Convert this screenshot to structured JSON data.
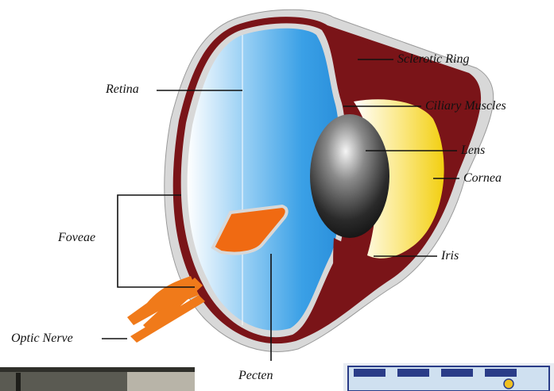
{
  "labels": {
    "sclerotic_ring": "Sclerotic Ring",
    "retina": "Retina",
    "ciliary_muscles": "Ciliary Muscles",
    "lens": "Lens",
    "cornea": "Cornea",
    "foveae": "Foveae",
    "iris": "Iris",
    "optic_nerve": "Optic Nerve",
    "pecten": "Pecten"
  },
  "colors": {
    "sclera": "#7a1418",
    "outer_layer": "#d8d8d8",
    "retina_blue": "#3aa0e6",
    "retina_light": "#ffffff",
    "lens": "#1a1a1a",
    "cornea": "#f4d21a",
    "pecten": "#f06a12",
    "optic_nerve": "#f07a1a"
  }
}
